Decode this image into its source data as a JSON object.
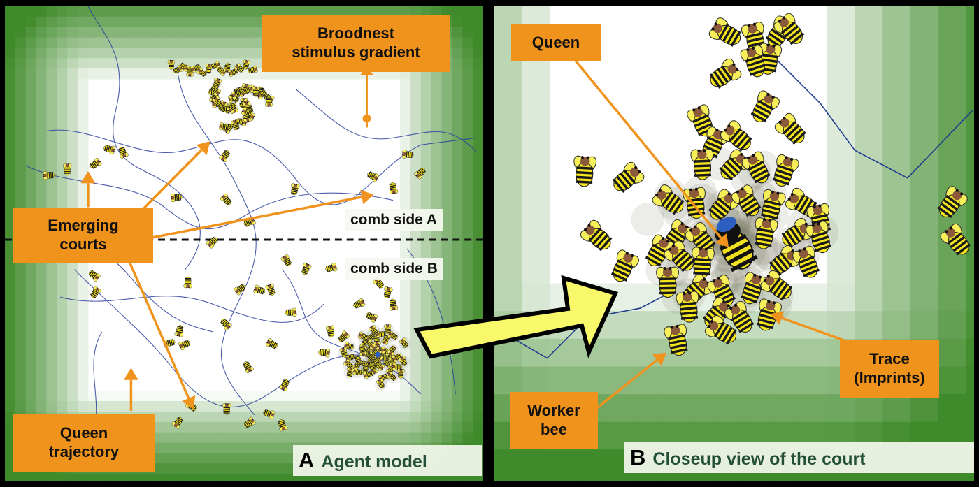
{
  "panel_a": {
    "labels": {
      "stimulus": "Broodnest\nstimulus gradient",
      "emerging": "Emerging\ncourts",
      "queen_traj": "Queen\ntrajectory",
      "side_a": "comb side A",
      "side_b": "comb side B"
    },
    "caption": {
      "letter": "A",
      "text": "Agent model"
    }
  },
  "panel_b": {
    "labels": {
      "queen": "Queen",
      "trace": "Trace\n(Imprints)",
      "worker": "Worker\nbee"
    },
    "caption": {
      "letter": "B",
      "text": "Closeup view of the court"
    }
  },
  "colors": {
    "label_fill": "#f0931c",
    "gradient_dark": "#3f8a2a",
    "gradient_light": "#ffffff",
    "trajectory": "#2b3f9e",
    "arrow": "#f0931c",
    "big_arrow_fill": "#f8f86a",
    "bee_stripe_yellow": "#f5e51c",
    "bee_stripe_black": "#1a1a1a",
    "bee_head": "#8a5a3a",
    "queen_marker": "#2d5fc0"
  },
  "icons": [
    "bee-icon",
    "queen-bee-icon",
    "big-yellow-arrow-icon"
  ]
}
